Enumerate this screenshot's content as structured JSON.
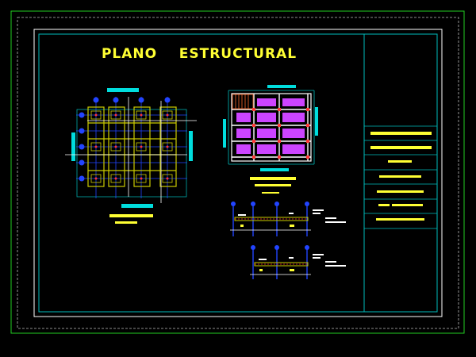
{
  "drawing": {
    "title": "PLANO    ESTRUCTURAL"
  },
  "colors": {
    "background": "#000000",
    "frame_green": "#22cc22",
    "frame_white": "#ffffff",
    "frame_cyan": "#00dddd",
    "label_yellow": "#ffff33",
    "axis_blue": "#2244ff",
    "beam_yellow": "#cccc00",
    "slab_magenta": "#cc44ff",
    "stair_orange": "#cc5522",
    "bar_red": "#ff3333"
  },
  "icons": {
    "foundation_plan": "foundation-grid-plan",
    "floor_plan": "floor-slab-plan",
    "section": "beam-section-detail",
    "title_block": "cad-title-block"
  }
}
